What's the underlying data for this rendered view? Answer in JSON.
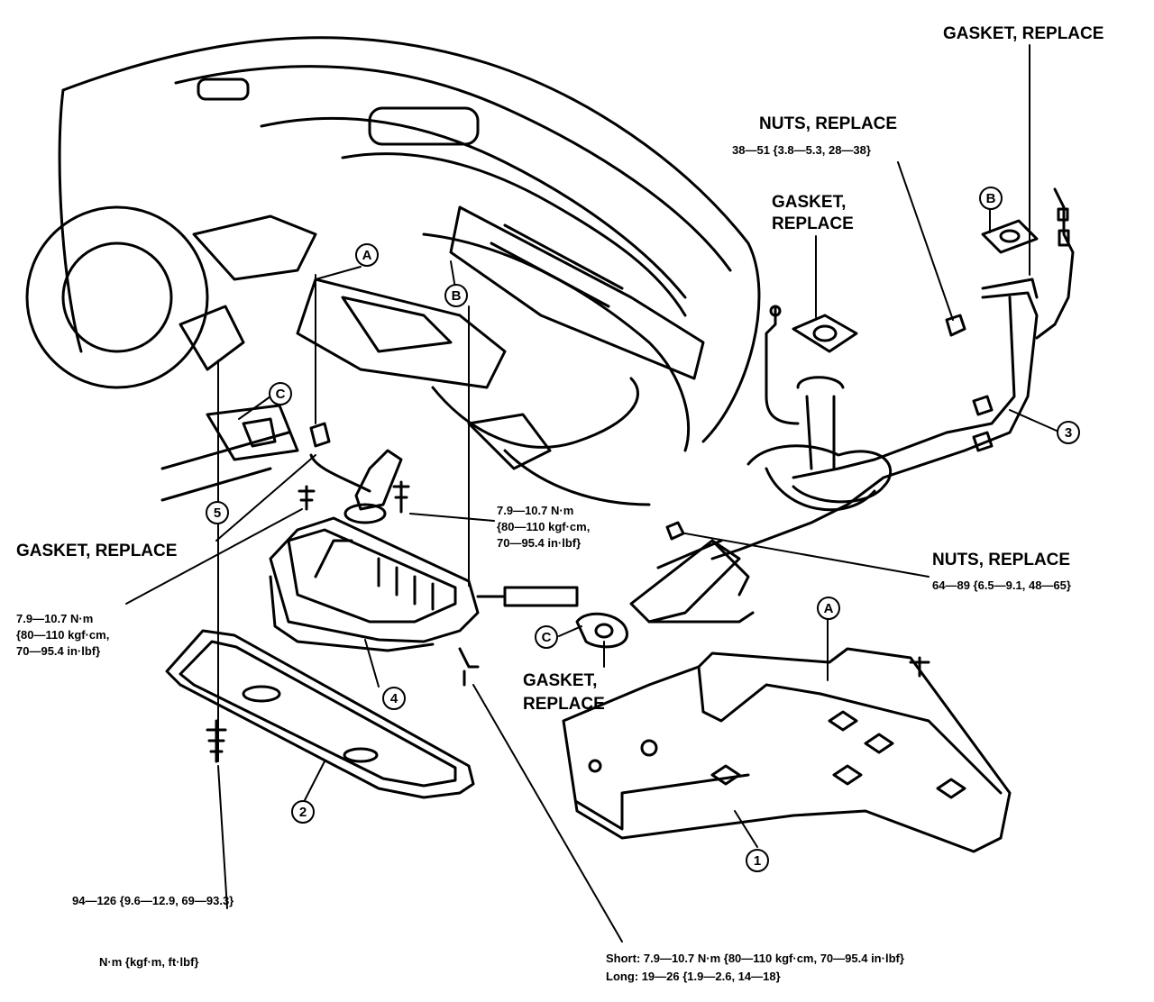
{
  "labels": {
    "gasket_top_right": "GASKET, REPLACE",
    "nuts_top_title": "NUTS, REPLACE",
    "nuts_top_torque": "38—51 {3.8—5.3, 28—38}",
    "gasket_mid_line1": "GASKET,",
    "gasket_mid_line2": "REPLACE",
    "gasket_left": "GASKET, REPLACE",
    "torque_left_line1": "7.9—10.7 N·m",
    "torque_left_line2": "{80—110 kgf·cm,",
    "torque_left_line3": "70—95.4 in·lbf}",
    "torque_center_line1": "7.9—10.7 N·m",
    "torque_center_line2": "{80—110 kgf·cm,",
    "torque_center_line3": "70—95.4 in·lbf}",
    "nuts_right_title": "NUTS, REPLACE",
    "nuts_right_torque": "64—89 {6.5—9.1, 48—65}",
    "gasket_bottom_line1": "GASKET,",
    "gasket_bottom_line2": "REPLACE",
    "torque_crossmember": "94—126 {9.6—12.9, 69—93.3}",
    "units_legend": "N·m {kgf·m, ft·lbf}",
    "torque_short": "Short: 7.9—10.7 N·m {80—110 kgf·cm, 70—95.4 in·lbf}",
    "torque_long": "Long: 19—26 {1.9—2.6, 14—18}"
  },
  "callouts": {
    "n1": "1",
    "n2": "2",
    "n3": "3",
    "n4": "4",
    "n5": "5",
    "a_top": "A",
    "a_right": "A",
    "b_top": "B",
    "b_right": "B",
    "c_left": "C",
    "c_bottom": "C"
  }
}
